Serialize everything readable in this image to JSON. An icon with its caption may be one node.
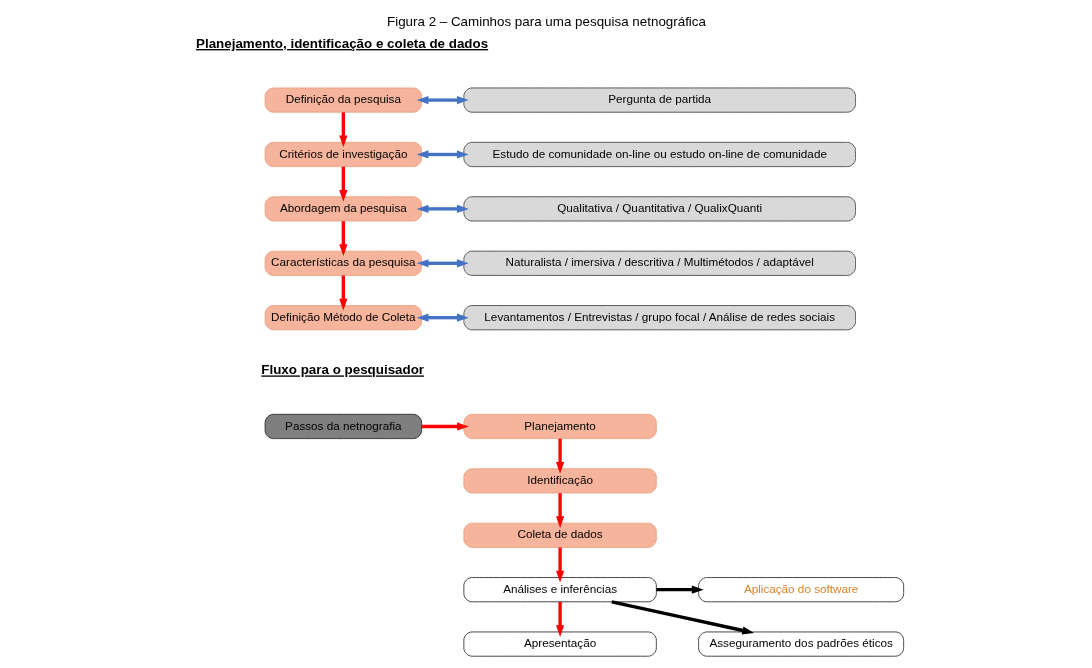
{
  "diagram": {
    "title": "Figura 2 – Caminhos para uma pesquisa netnográfica",
    "nodes": [
      {
        "text": [
          "Definição da pesquisa"
        ]
      },
      {
        "text": [
          "Pergunta de partida"
        ]
      },
      {
        "text": [
          "Critérios de investigação"
        ]
      },
      {
        "text": [
          "Estudo de comunidade on-line ou estudo on-line de comunidade"
        ]
      },
      {
        "text": [
          "Abordagem da pesquisa"
        ]
      },
      {
        "text": [
          "Qualitativa / Quantitativa / QualixQuanti"
        ]
      },
      {
        "text": [
          "Características da pesquisa"
        ]
      },
      {
        "text": [
          "Naturalista / imersiva / descritiva / Multimétodos / adaptável"
        ]
      },
      {
        "text": [
          "Definição Método de Coleta"
        ]
      },
      {
        "text": [
          "Levantamentos / Entrevistas / grupo focal / Análise de redes sociais"
        ]
      },
      {
        "text": [
          "Passos da netnografia"
        ]
      },
      {
        "text": [
          "Planejamento"
        ]
      },
      {
        "text": [
          "Identificação"
        ]
      },
      {
        "text": [
          "Coleta de dados"
        ]
      },
      {
        "text": [
          "Análises e inferências"
        ]
      },
      {
        "text": [
          "Aplicação do software"
        ]
      },
      {
        "text": [
          "Asseguramento dos padrões éticos"
        ]
      },
      {
        "text": [
          "Apresentação"
        ]
      }
    ],
    "edges": [
      {
        "from": 0,
        "to": 1,
        "arrow": "both",
        "color": "#4472c4"
      },
      {
        "from": 0,
        "to": 2,
        "arrow": "to"
      },
      {
        "from": 2,
        "to": 3,
        "arrow": "both",
        "color": "#4472c4"
      },
      {
        "from": 2,
        "to": 4,
        "arrow": "to"
      },
      {
        "from": 4,
        "to": 5,
        "arrow": "both",
        "color": "#4472c4"
      },
      {
        "from": 4,
        "to": 6,
        "arrow": "to"
      },
      {
        "from": 6,
        "to": 7,
        "arrow": "both",
        "color": "#4472c4"
      },
      {
        "from": 6,
        "to": 8,
        "arrow": "to"
      },
      {
        "from": 8,
        "to": 9,
        "arrow": "both",
        "color": "#4472c4"
      },
      {
        "from": 10,
        "to": 11,
        "arrow": "to"
      },
      {
        "from": 11,
        "to": 12,
        "arrow": "to"
      },
      {
        "from": 12,
        "to": 13,
        "arrow": "to"
      },
      {
        "from": 13,
        "to": 14,
        "arrow": "to"
      },
      {
        "from": 14,
        "to": 15,
        "arrow": "to",
        "color": "#000000"
      },
      {
        "from": 14,
        "to": 16,
        "arrow": "to",
        "color": "#000000"
      },
      {
        "from": 14,
        "to": 17,
        "arrow": "to"
      }
    ],
    "labels": [
      "Planejamento, identificação e coleta de dados",
      "Fluxo para o pesquisador"
    ]
  }
}
